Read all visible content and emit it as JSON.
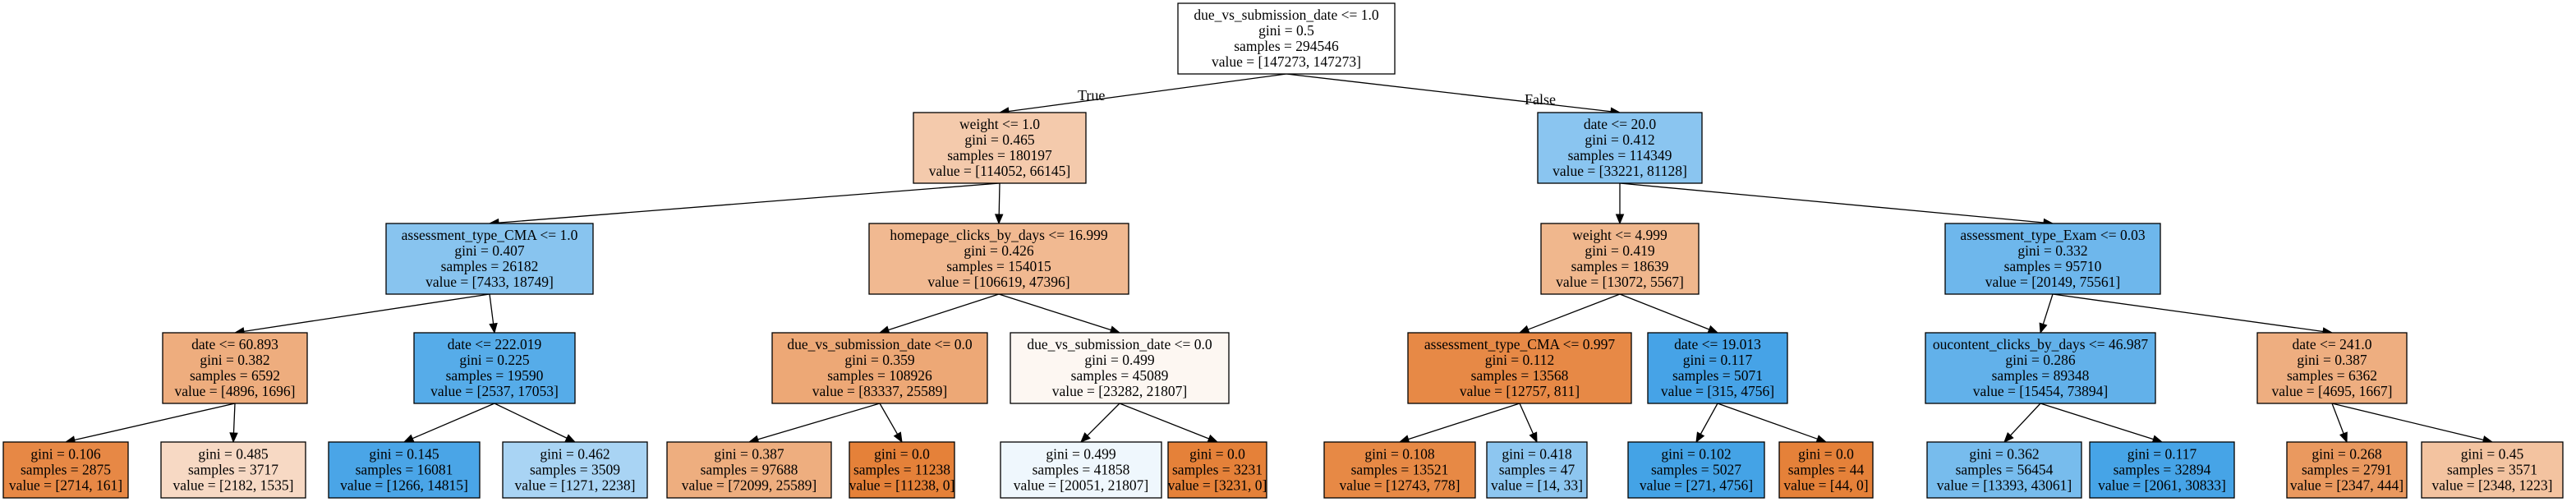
{
  "tree": {
    "edge_labels": {
      "true_label": "True",
      "false_label": "False"
    },
    "nodes": [
      {
        "id": "n0",
        "split": "due_vs_submission_date <= 1.0",
        "gini": "gini = 0.5",
        "samples": "samples = 294546",
        "value": "value = [147273, 147273]",
        "fill": "#ffffff"
      },
      {
        "id": "n1",
        "split": "weight <= 1.0",
        "gini": "gini = 0.465",
        "samples": "samples = 180197",
        "value": "value = [114052, 66145]",
        "fill": "#f4caac"
      },
      {
        "id": "n2",
        "split": "date <= 20.0",
        "gini": "gini = 0.412",
        "samples": "samples = 114349",
        "value": "value = [33221, 81128]",
        "fill": "#8ac5f0"
      },
      {
        "id": "n3",
        "split": "assessment_type_CMA <= 1.0",
        "gini": "gini = 0.407",
        "samples": "samples = 26182",
        "value": "value = [7433, 18749]",
        "fill": "#88c4ef"
      },
      {
        "id": "n4",
        "split": "homepage_clicks_by_days <= 16.999",
        "gini": "gini = 0.426",
        "samples": "samples = 154015",
        "value": "value = [106619, 47396]",
        "fill": "#f1b991"
      },
      {
        "id": "n5",
        "split": "weight <= 4.999",
        "gini": "gini = 0.419",
        "samples": "samples = 18639",
        "value": "value = [13072, 5567]",
        "fill": "#f0b78d"
      },
      {
        "id": "n6",
        "split": "assessment_type_Exam <= 0.03",
        "gini": "gini = 0.332",
        "samples": "samples = 95710",
        "value": "value = [20149, 75561]",
        "fill": "#6eb7ec"
      },
      {
        "id": "n7",
        "split": "date <= 60.893",
        "gini": "gini = 0.382",
        "samples": "samples = 6592",
        "value": "value = [4896, 1696]",
        "fill": "#eead7e"
      },
      {
        "id": "n8",
        "split": "date <= 222.019",
        "gini": "gini = 0.225",
        "samples": "samples = 19590",
        "value": "value = [2537, 17053]",
        "fill": "#56ace9"
      },
      {
        "id": "n9",
        "split": "due_vs_submission_date <= 0.0",
        "gini": "gini = 0.359",
        "samples": "samples = 108926",
        "value": "value = [83337, 25589]",
        "fill": "#eda876"
      },
      {
        "id": "n10",
        "split": "due_vs_submission_date <= 0.0",
        "gini": "gini = 0.499",
        "samples": "samples = 45089",
        "value": "value = [23282, 21807]",
        "fill": "#fdf7f2"
      },
      {
        "id": "n11",
        "split": "assessment_type_CMA <= 0.997",
        "gini": "gini = 0.112",
        "samples": "samples = 13568",
        "value": "value = [12757, 811]",
        "fill": "#e78946"
      },
      {
        "id": "n12",
        "split": "date <= 19.013",
        "gini": "gini = 0.117",
        "samples": "samples = 5071",
        "value": "value = [315, 4756]",
        "fill": "#46a3e7"
      },
      {
        "id": "n13",
        "split": "oucontent_clicks_by_days <= 46.987",
        "gini": "gini = 0.286",
        "samples": "samples = 89348",
        "value": "value = [15454, 73894]",
        "fill": "#62b1ea"
      },
      {
        "id": "n14",
        "split": "date <= 241.0",
        "gini": "gini = 0.387",
        "samples": "samples = 6362",
        "value": "value = [4695, 1667]",
        "fill": "#eeae80"
      },
      {
        "id": "n15",
        "split": "",
        "gini": "gini = 0.106",
        "samples": "samples = 2875",
        "value": "value = [2714, 161]",
        "fill": "#e78845"
      },
      {
        "id": "n16",
        "split": "",
        "gini": "gini = 0.485",
        "samples": "samples = 3717",
        "value": "value = [2182, 1535]",
        "fill": "#f7d9c4"
      },
      {
        "id": "n17",
        "split": "",
        "gini": "gini = 0.145",
        "samples": "samples = 16081",
        "value": "value = [1266, 14815]",
        "fill": "#4aa5e7"
      },
      {
        "id": "n18",
        "split": "",
        "gini": "gini = 0.462",
        "samples": "samples = 3509",
        "value": "value = [1271, 2238]",
        "fill": "#a9d4f4"
      },
      {
        "id": "n19",
        "split": "",
        "gini": "gini = 0.387",
        "samples": "samples = 97688",
        "value": "value = [72099, 25589]",
        "fill": "#eeae7f"
      },
      {
        "id": "n20",
        "split": "",
        "gini": "gini = 0.0",
        "samples": "samples = 11238",
        "value": "value = [11238, 0]",
        "fill": "#e58139"
      },
      {
        "id": "n21",
        "split": "",
        "gini": "gini = 0.499",
        "samples": "samples = 41858",
        "value": "value = [20051, 21807]",
        "fill": "#eff7fd"
      },
      {
        "id": "n22",
        "split": "",
        "gini": "gini = 0.0",
        "samples": "samples = 3231",
        "value": "value = [3231, 0]",
        "fill": "#e58139"
      },
      {
        "id": "n23",
        "split": "",
        "gini": "gini = 0.108",
        "samples": "samples = 13521",
        "value": "value = [12743, 778]",
        "fill": "#e78945"
      },
      {
        "id": "n24",
        "split": "",
        "gini": "gini = 0.418",
        "samples": "samples = 47",
        "value": "value = [14, 33]",
        "fill": "#8dc6f0"
      },
      {
        "id": "n25",
        "split": "",
        "gini": "gini = 0.102",
        "samples": "samples = 5027",
        "value": "value = [271, 4756]",
        "fill": "#44a3e6"
      },
      {
        "id": "n26",
        "split": "",
        "gini": "gini = 0.0",
        "samples": "samples = 44",
        "value": "value = [44, 0]",
        "fill": "#e58139"
      },
      {
        "id": "n27",
        "split": "",
        "gini": "gini = 0.362",
        "samples": "samples = 56454",
        "value": "value = [13393, 43061]",
        "fill": "#77bced"
      },
      {
        "id": "n28",
        "split": "",
        "gini": "gini = 0.117",
        "samples": "samples = 32894",
        "value": "value = [2061, 30833]",
        "fill": "#46a4e7"
      },
      {
        "id": "n29",
        "split": "",
        "gini": "gini = 0.268",
        "samples": "samples = 2791",
        "value": "value = [2347, 444]",
        "fill": "#ea995f"
      },
      {
        "id": "n30",
        "split": "",
        "gini": "gini = 0.45",
        "samples": "samples = 3571",
        "value": "value = [2348, 1223]",
        "fill": "#f3c3a0"
      }
    ]
  }
}
